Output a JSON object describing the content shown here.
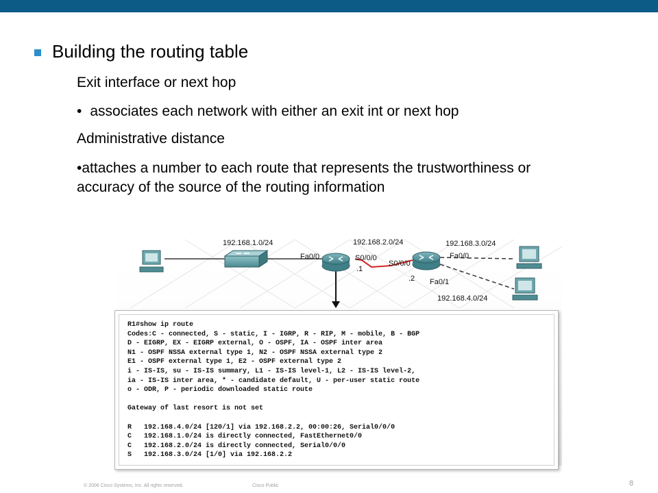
{
  "slide": {
    "title": "Building the routing table",
    "lines": {
      "l1": "Exit interface or next hop",
      "l2_bullet": "•",
      "l2": "associates each network with either an exit int or next hop",
      "l3": "Administrative distance",
      "l4": "•attaches a number to each route that represents the trustworthiness or accuracy of the source of the routing information"
    }
  },
  "topology": {
    "net1": "192.168.1.0/24",
    "net2": "192.168.2.0/24",
    "net3": "192.168.3.0/24",
    "net4": "192.168.4.0/24",
    "r1_fa": "Fa0/0",
    "r1_s": "S0/0/0",
    "r1_ip": ".1",
    "r2_s": "S0/0/0",
    "r2_ip": ".2",
    "r2_fa0": "Fa0/0",
    "r2_fa1": "Fa0/1"
  },
  "terminal": {
    "output": "R1#show ip route\nCodes:C - connected, S - static, I - IGRP, R - RIP, M - mobile, B - BGP\nD - EIGRP, EX - EIGRP external, O - OSPF, IA - OSPF inter area\nN1 - OSPF NSSA external type 1, N2 - OSPF NSSA external type 2\nE1 - OSPF external type 1, E2 - OSPF external type 2\ni - IS-IS, su - IS-IS summary, L1 - IS-IS level-1, L2 - IS-IS level-2,\nia - IS-IS inter area, * - candidate default, U - per-user static route\no - ODR, P - periodic downloaded static route\n\nGateway of last resort is not set\n\nR   192.168.4.0/24 [120/1] via 192.168.2.2, 00:00:26, Serial0/0/0\nC   192.168.1.0/24 is directly connected, FastEthernet0/0\nC   192.168.2.0/24 is directly connected, Serial0/0/0\nS   192.168.3.0/24 [1/0] via 192.168.2.2"
  },
  "footer": {
    "copyright": "© 2006 Cisco Systems, Inc. All rights reserved.",
    "classification": "Cisco Public",
    "page": "8"
  },
  "colors": {
    "topbar": "#0b5b86",
    "bullet": "#2c8fc9",
    "serial_link": "#d42020",
    "router": "#4a8a94"
  }
}
